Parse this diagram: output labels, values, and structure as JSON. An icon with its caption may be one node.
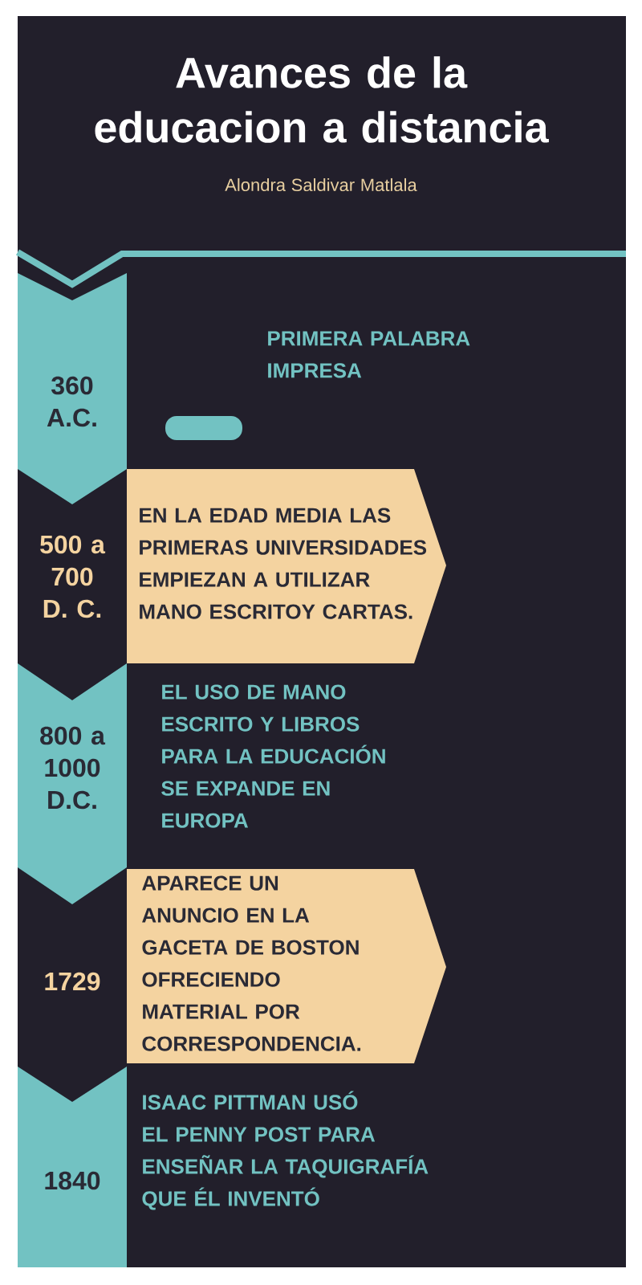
{
  "diagram": {
    "title": "Avances de la educacion a distancia",
    "nodes": [
      {
        "text": [
          "360 A.C."
        ]
      },
      {
        "text": [
          "EN LA EDAD MEDIA LAS PRIMERAS UNIVERSIDADES EMPIEZAN A UTILIZAR MANO ESCRITOY CARTAS."
        ]
      },
      {
        "text": [
          "800 a 1000 D.C."
        ]
      },
      {
        "text": [
          "APARECE UN ANUNCIO EN LA GACETA DE BOSTON OFRECIENDO MATERIAL POR CORRESPONDENCIA."
        ]
      },
      {
        "text": [
          "1840"
        ]
      }
    ],
    "labels": [
      "Alondra Saldivar Matlala",
      "PRIMERA PALABRA IMPRESA",
      "500 a 700 D. C.",
      "EL USO DE MANO ESCRITO Y LIBROS PARA LA EDUCACIÓN SE EXPANDE EN EUROPA",
      "1729",
      "ISAAC PITTMAN USÓ EL PENNY POST PARA ENSEÑAR LA TAQUIGRAFÍA QUE ÉL INVENTÓ"
    ]
  }
}
